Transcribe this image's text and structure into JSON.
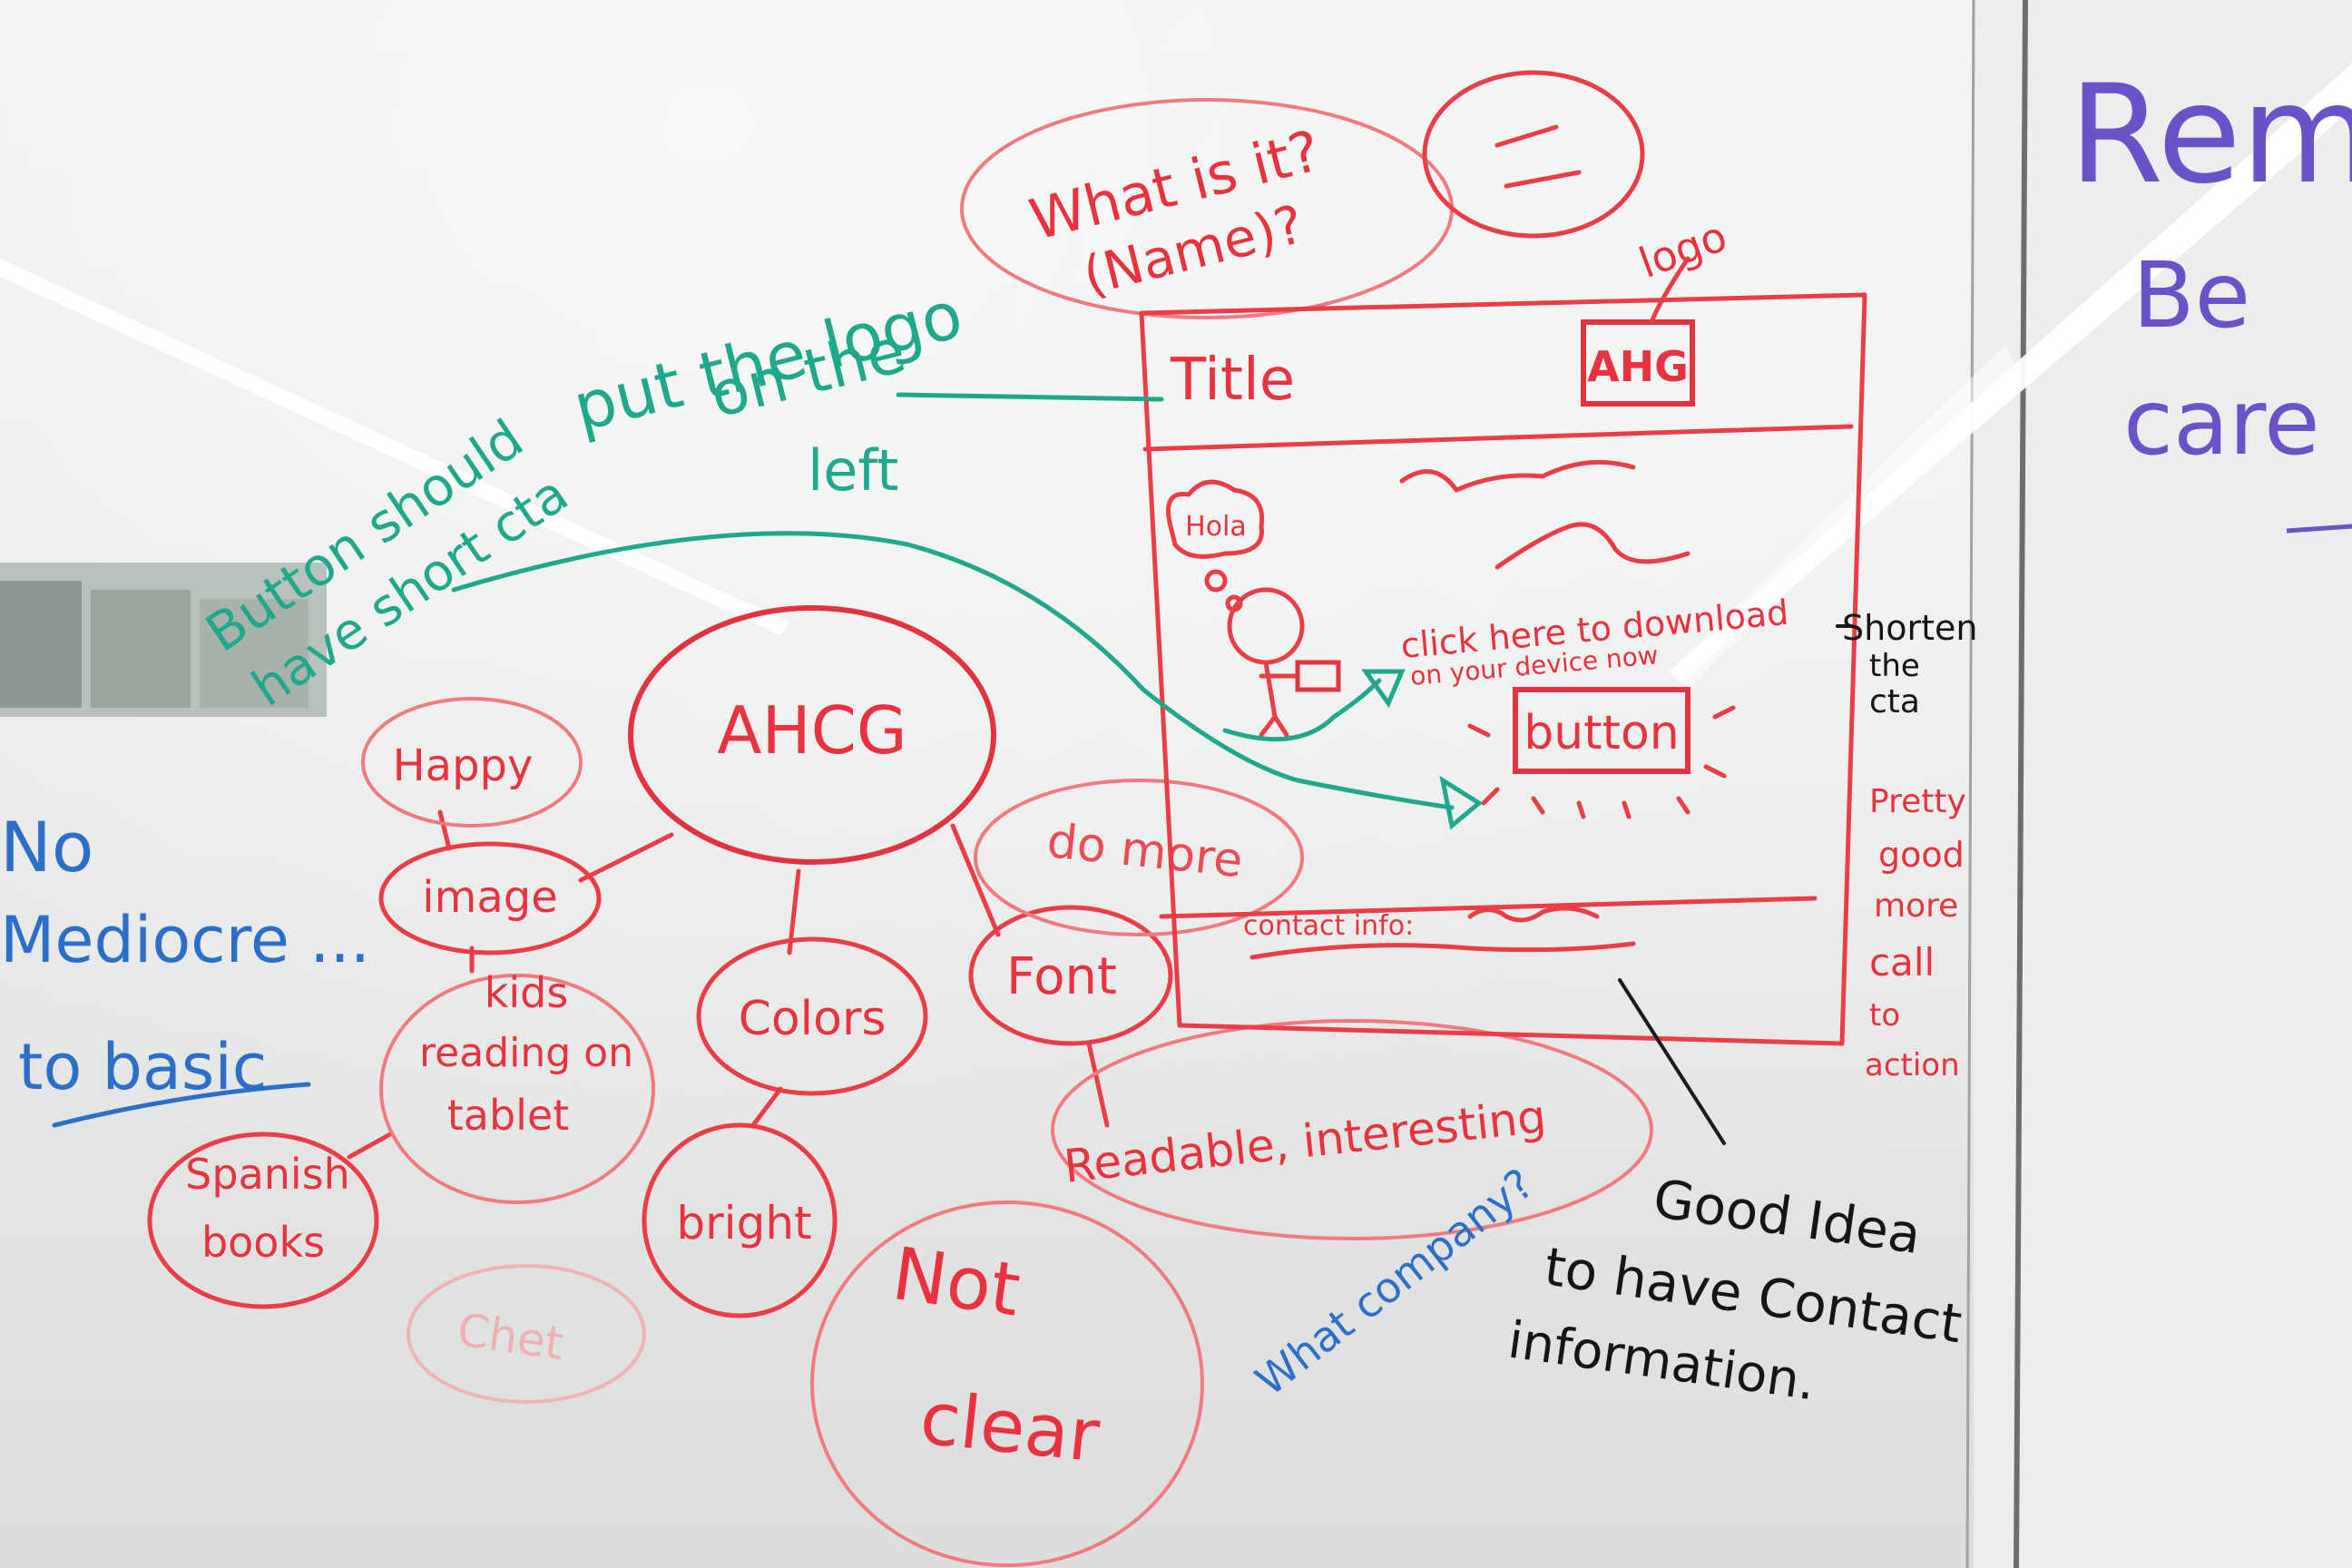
{
  "mindmap": {
    "center": "AHCG",
    "happy": "Happy",
    "image": "image",
    "kids_lines": [
      "kids",
      "reading on",
      "tablet"
    ],
    "spanish_lines": [
      "Spanish",
      "books"
    ],
    "colors": "Colors",
    "bright": "bright",
    "font": "Font",
    "readable": "Readable, interesting",
    "do_more": "do more",
    "not_clear_lines": [
      "Not",
      "clear"
    ],
    "faded": "Chet"
  },
  "wireframe": {
    "title": "Title",
    "logo_box": "AHG",
    "logo_label": "logo",
    "speech": "Hola",
    "click_here_lines": [
      "click here to download",
      "on your device now"
    ],
    "button": "button",
    "contact": "contact info:"
  },
  "bubbles": {
    "what_is_it_lines": [
      "What is it?",
      "(Name)?"
    ]
  },
  "teal_notes": {
    "logo_note_lines": [
      "put the logo",
      "on the",
      "left"
    ],
    "button_note_lines": [
      "Button should",
      "have short cta"
    ]
  },
  "blue_notes": {
    "left_lines": [
      "No",
      "Mediocre ...",
      "to basic"
    ],
    "company": "What company?"
  },
  "black_notes": {
    "shorten_lines": [
      "Shorten",
      "the",
      "cta"
    ],
    "good_idea_lines": [
      "Good Idea",
      "to have Contact",
      "information."
    ]
  },
  "side_red_lines": [
    "Pretty",
    "good",
    "more",
    "call",
    "to",
    "action"
  ],
  "right_panel_lines": [
    "Rem",
    "Be",
    "care"
  ]
}
